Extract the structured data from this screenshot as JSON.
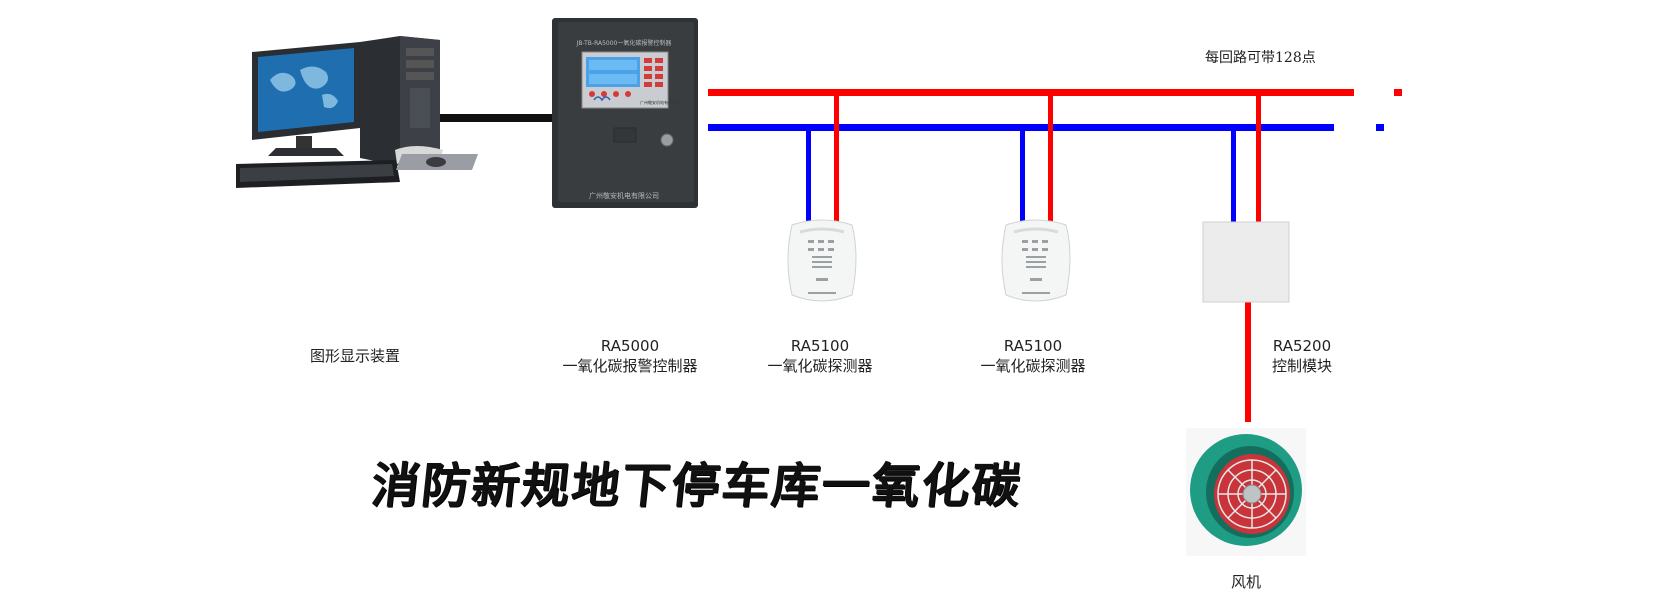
{
  "diagram": {
    "title": "消防新规地下停车库一氧化碳",
    "loop_note": "每回路可带128点",
    "nodes": [
      {
        "id": "display",
        "name": "图形显示装置",
        "model": ""
      },
      {
        "id": "controller",
        "model": "RA5000",
        "name": "一氧化碳报警控制器",
        "panel_header": "JB-TB-RA5000一氧化碳报警控制器",
        "panel_footer": "广州敬安机电有限公司"
      },
      {
        "id": "detector-1",
        "model": "RA5100",
        "name": "一氧化碳探测器"
      },
      {
        "id": "detector-2",
        "model": "RA5100",
        "name": "一氧化碳探测器"
      },
      {
        "id": "module",
        "model": "RA5200",
        "name": "控制模块"
      },
      {
        "id": "fan",
        "model": "",
        "name": "风机"
      }
    ],
    "colors": {
      "bus_positive": "#ff0000",
      "bus_negative": "#0000ff",
      "cabinet": "#3a3d40",
      "lcd": "#4aa3e8",
      "fan_body": "#1e9c84"
    }
  }
}
